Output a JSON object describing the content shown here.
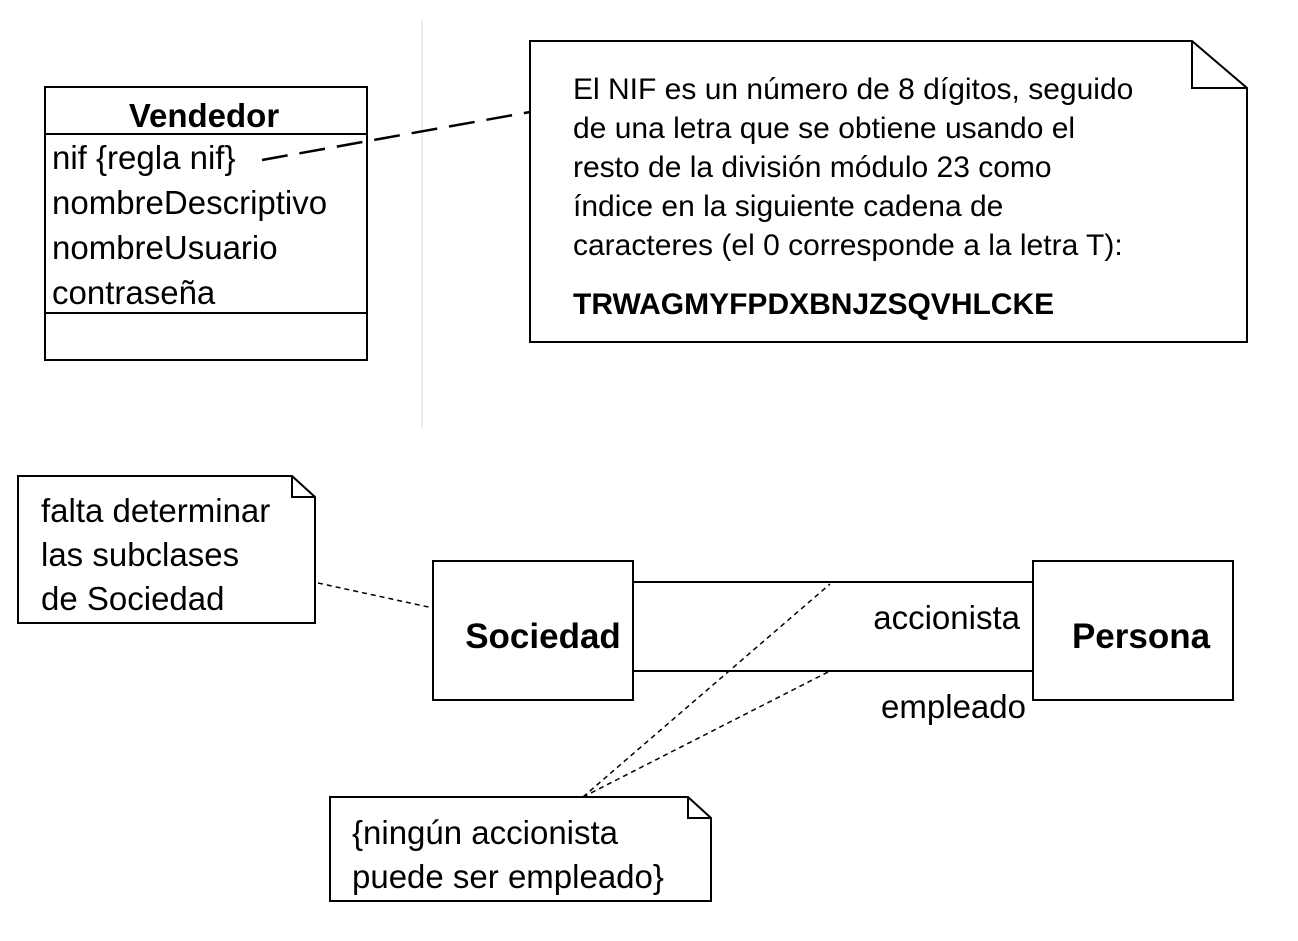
{
  "vendedor_class": {
    "name": "Vendedor",
    "attributes": [
      "nif {regla nif}",
      "nombreDescriptivo",
      "nombreUsuario",
      "contraseña"
    ]
  },
  "nif_note": {
    "lines": [
      "El NIF es un número de 8 dígitos, seguido",
      "de una letra que se obtiene usando el",
      "resto de la división módulo 23 como",
      "índice en la siguiente cadena de",
      "caracteres (el 0 corresponde a la letra T):"
    ],
    "code": "TRWAGMYFPDXBNJZSQVHLCKE"
  },
  "subclass_note": {
    "lines": [
      "falta determinar",
      "las subclases",
      "de Sociedad"
    ]
  },
  "sociedad_class": {
    "name": "Sociedad"
  },
  "persona_class": {
    "name": "Persona"
  },
  "associations": {
    "accionista": "accionista",
    "empleado": "empleado"
  },
  "constraint_note": {
    "lines": [
      "{ningún accionista",
      "puede ser empleado}"
    ]
  }
}
